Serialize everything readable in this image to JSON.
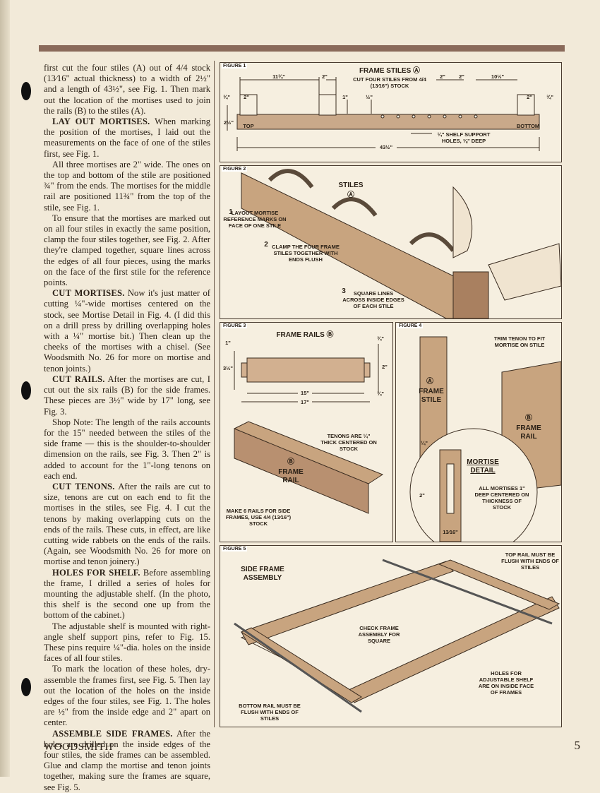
{
  "text": {
    "paragraphs": [
      {
        "head": "",
        "body": "first cut the four stiles (A) out of 4/4 stock (13⁄16\" actual thickness) to a width of 2½\" and a length of 43½\", see Fig. 1. Then mark out the location of the mortises used to join the rails (B) to the stiles (A)."
      },
      {
        "head": "LAY OUT MORTISES.",
        "body": " When marking the position of the mortises, I laid out the measurements on the face of one of the stiles first, see Fig. 1."
      },
      {
        "head": "",
        "body": "All three mortises are 2\" wide. The ones on the top and bottom of the stile are positioned ¾\" from the ends. The mortises for the middle rail are positioned 11¾\" from the top of the stile, see Fig. 1."
      },
      {
        "head": "",
        "body": "To ensure that the mortises are marked out on all four stiles in exactly the same position, clamp the four stiles together, see Fig. 2. After they're clamped together, square lines across the edges of all four pieces, using the marks on the face of the first stile for the reference points."
      },
      {
        "head": "CUT MORTISES.",
        "body": " Now it's just matter of cutting ¼\"-wide mortises centered on the stock, see Mortise Detail in Fig. 4. (I did this on a drill press by drilling overlapping holes with a ¼\" mortise bit.) Then clean up the cheeks of the mortises with a chisel. (See Woodsmith No. 26 for more on mortise and tenon joints.)"
      },
      {
        "head": "CUT RAILS.",
        "body": " After the mortises are cut, I cut out the six rails (B) for the side frames. These pieces are 3½\" wide by 17\" long, see Fig. 3."
      },
      {
        "head": "",
        "body": "Shop Note: The length of the rails accounts for the 15\" needed between the stiles of the side frame — this is the shoulder-to-shoulder dimension on the rails, see Fig. 3. Then 2\" is added to account for the 1\"-long tenons on each end."
      },
      {
        "head": "CUT TENONS.",
        "body": " After the rails are cut to size, tenons are cut on each end to fit the mortises in the stiles, see Fig. 4. I cut the tenons by making overlapping cuts on the ends of the rails. These cuts, in effect, are like cutting wide rabbets on the ends of the rails. (Again, see Woodsmith No. 26 for more on mortise and tenon joinery.)"
      },
      {
        "head": "HOLES FOR SHELF.",
        "body": " Before assembling the frame, I drilled a series of holes for mounting the adjustable shelf. (In the photo, this shelf is the second one up from the bottom of the cabinet.)"
      },
      {
        "head": "",
        "body": "The adjustable shelf is mounted with right-angle shelf support pins, refer to Fig. 15. These pins require ¼\"-dia. holes on the inside faces of all four stiles."
      },
      {
        "head": "",
        "body": "To mark the location of these holes, dry-assemble the frames first, see Fig. 5. Then lay out the location of the holes on the inside edges of the four stiles, see Fig. 1. The holes are ½\" from the inside edge and 2\" apart on center."
      },
      {
        "head": "ASSEMBLE SIDE FRAMES.",
        "body": " After the holes are drilled on the inside edges of the four stiles, the side frames can be assembled. Glue and clamp the mortise and tenon joints together, making sure the frames are square, see Fig. 5."
      }
    ]
  },
  "footer": {
    "magazine": "WOODSMITH",
    "page": "5"
  },
  "fig1": {
    "label": "FIGURE 1",
    "title": "FRAME STILES Ⓐ",
    "subtitle": "CUT FOUR STILES FROM 4/4 (13⁄16\") STOCK",
    "d_1134": "11¾\"",
    "d_2a": "2\"",
    "d_2b": "2\"",
    "d_2c": "2\"",
    "d_1012": "10½\"",
    "d_34a": "¾\"",
    "d_2d": "2\"",
    "d_2e": "2\"",
    "d_34b": "¾\"",
    "d_1": "1\"",
    "d_12": "½\"",
    "d_212": "2½\"",
    "top": "TOP",
    "bottom": "BOTTOM",
    "holes": "¼\" SHELF SUPPORT HOLES, ⅜\" DEEP",
    "d_4312": "43½\""
  },
  "fig2": {
    "label": "FIGURE 2",
    "stiles": "STILES",
    "stiles_mark": "Ⓐ",
    "n1": "1",
    "t1": "LAYOUT MORTISE REFERENCE MARKS ON FACE OF ONE STILE",
    "n2": "2",
    "t2": "CLAMP THE FOUR FRAME STILES TOGETHER WITH ENDS FLUSH",
    "n3": "3",
    "t3": "SQUARE LINES ACROSS INSIDE EDGES OF EACH STILE"
  },
  "fig3": {
    "label": "FIGURE 3",
    "title": "FRAME RAILS Ⓑ",
    "d_1": "1\"",
    "d_34a": "¾\"",
    "d_312": "3½\"",
    "d_2": "2\"",
    "d_34b": "¾\"",
    "d_15": "15\"",
    "d_17": "17\"",
    "tenons": "TENONS ARE ¼\" THICK CENTERED ON STOCK",
    "rail_mark": "Ⓑ",
    "rail": "FRAME RAIL",
    "make": "MAKE 6 RAILS FOR SIDE FRAMES, USE 4/4 (13⁄16\") STOCK"
  },
  "fig4": {
    "label": "FIGURE 4",
    "trim": "TRIM TENON TO FIT MORTISE ON STILE",
    "stile_mark": "Ⓐ",
    "stile": "FRAME STILE",
    "rail_mark": "Ⓑ",
    "rail": "FRAME RAIL",
    "d_14": "¼\"",
    "d_2": "2\"",
    "detail": "MORTISE DETAIL",
    "note": "ALL MORTISES 1\" DEEP CENTERED ON THICKNESS OF STOCK",
    "d_1316": "13⁄16\""
  },
  "fig5": {
    "label": "FIGURE 5",
    "title": "SIDE FRAME ASSEMBLY",
    "top": "TOP RAIL MUST BE FLUSH WITH ENDS OF STILES",
    "check": "CHECK FRAME ASSEMBLY FOR SQUARE",
    "holes": "HOLES FOR ADJUSTABLE SHELF ARE ON INSIDE FACE OF FRAMES",
    "bottom": "BOTTOM RAIL MUST BE FLUSH WITH ENDS OF STILES"
  }
}
